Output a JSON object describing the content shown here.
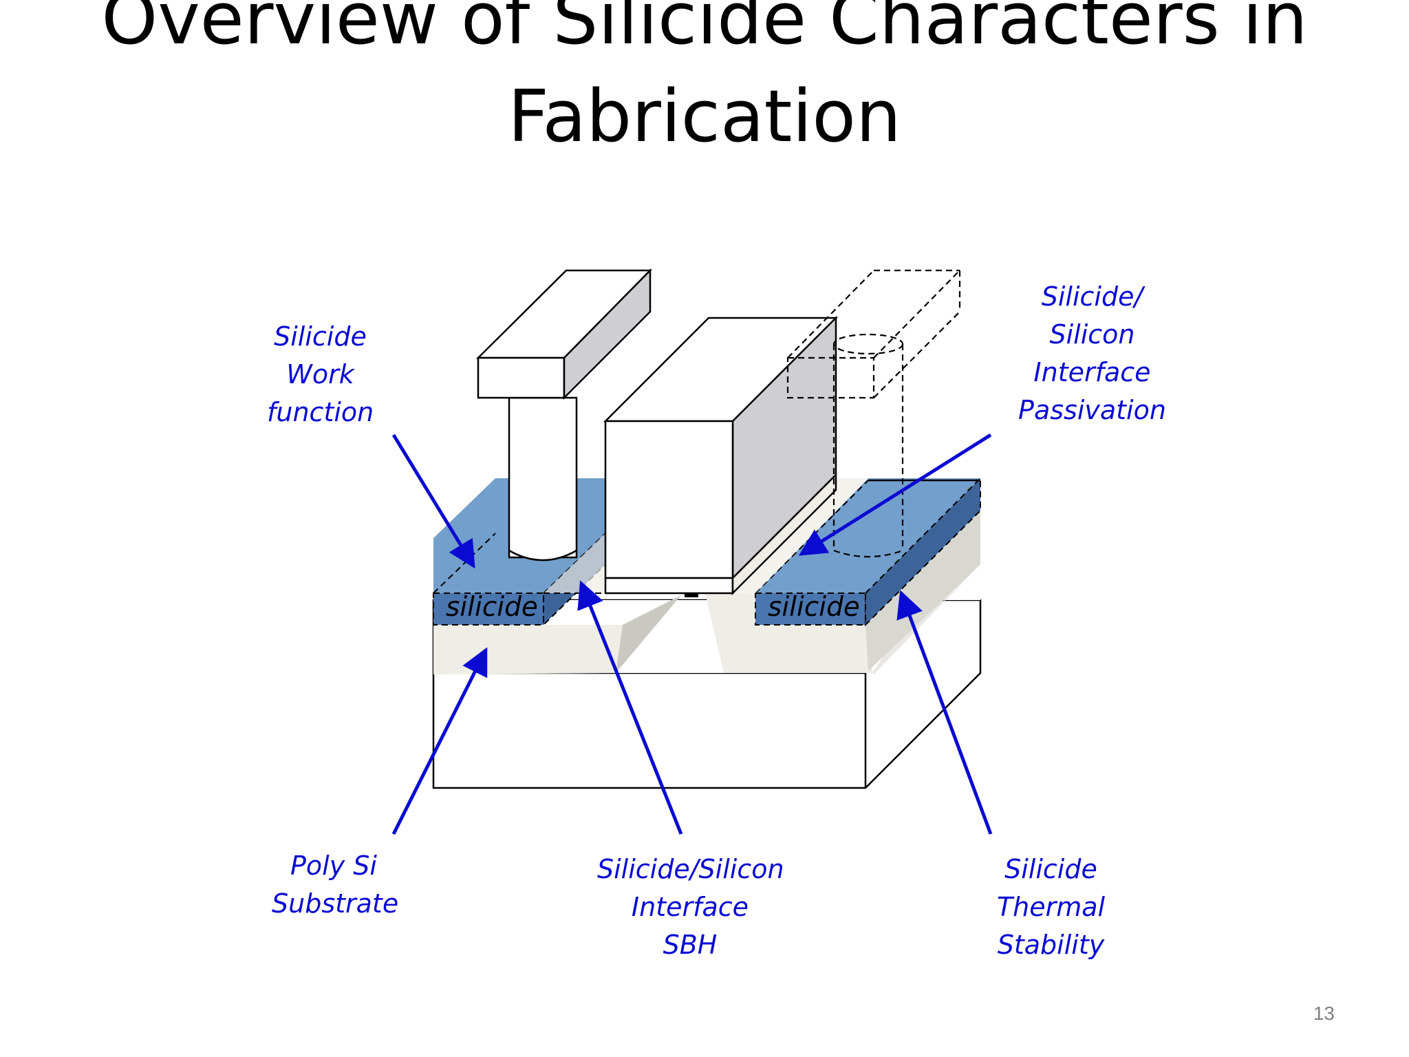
{
  "slide": {
    "title_line1": "Overview of Silicide Characters in",
    "title_line2": "Fabrication",
    "page_number": "13"
  },
  "diagram": {
    "silicide_left": "silicide",
    "silicide_right": "silicide",
    "labels": {
      "work_function": [
        "Silicide",
        "Work",
        "function"
      ],
      "passivation": [
        "Silicide/",
        "Silicon",
        "Interface",
        "Passivation"
      ],
      "poly_si": [
        "Poly Si",
        "Substrate"
      ],
      "sbh": [
        "Silicide/Silicon",
        "Interface",
        "SBH"
      ],
      "thermal": [
        "Silicide",
        "Thermal",
        "Stability"
      ]
    }
  },
  "colors": {
    "arrow": "#0a0ad2",
    "silicide_top": "#739fcc",
    "silicide_front": "#4a76b0",
    "silicide_side": "#3c6499",
    "substrate_light": "#eeede6",
    "gate_side": "#cfced3"
  }
}
